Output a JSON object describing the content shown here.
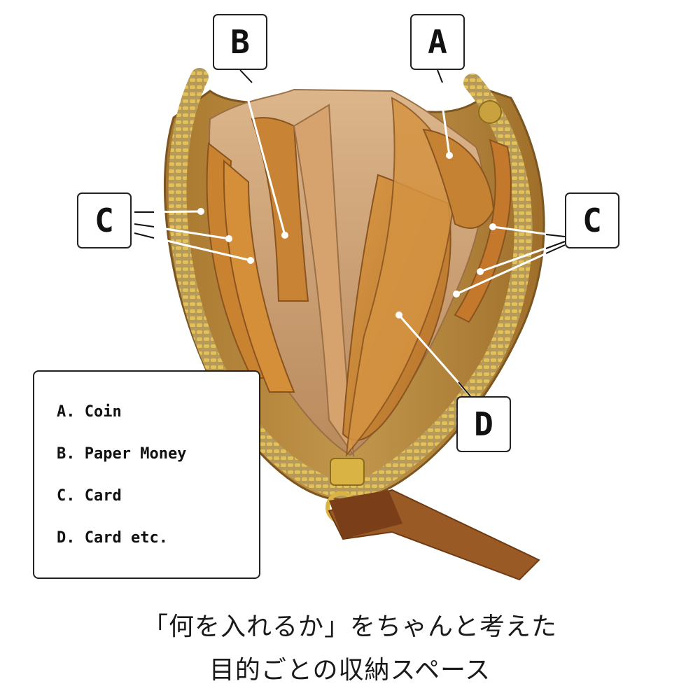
{
  "callouts": {
    "a": "A",
    "b": "B",
    "c_left": "C",
    "c_right": "C",
    "d": "D"
  },
  "legend": {
    "items": [
      "A. Coin",
      "B. Paper Money",
      "C. Card",
      "D. Card etc."
    ]
  },
  "caption": {
    "line1": "「何を入れるか」をちゃんと考えた",
    "line2": "目的ごとの収納スペース"
  },
  "colors": {
    "leather_light": "#c98a3c",
    "leather_mid": "#b8732a",
    "leather_dark": "#8a5420",
    "suede": "#cfa57c",
    "zipper_tape": "#b39a5e",
    "zipper_teeth": "#d4b04a",
    "tab_brown": "#7a3f18"
  }
}
